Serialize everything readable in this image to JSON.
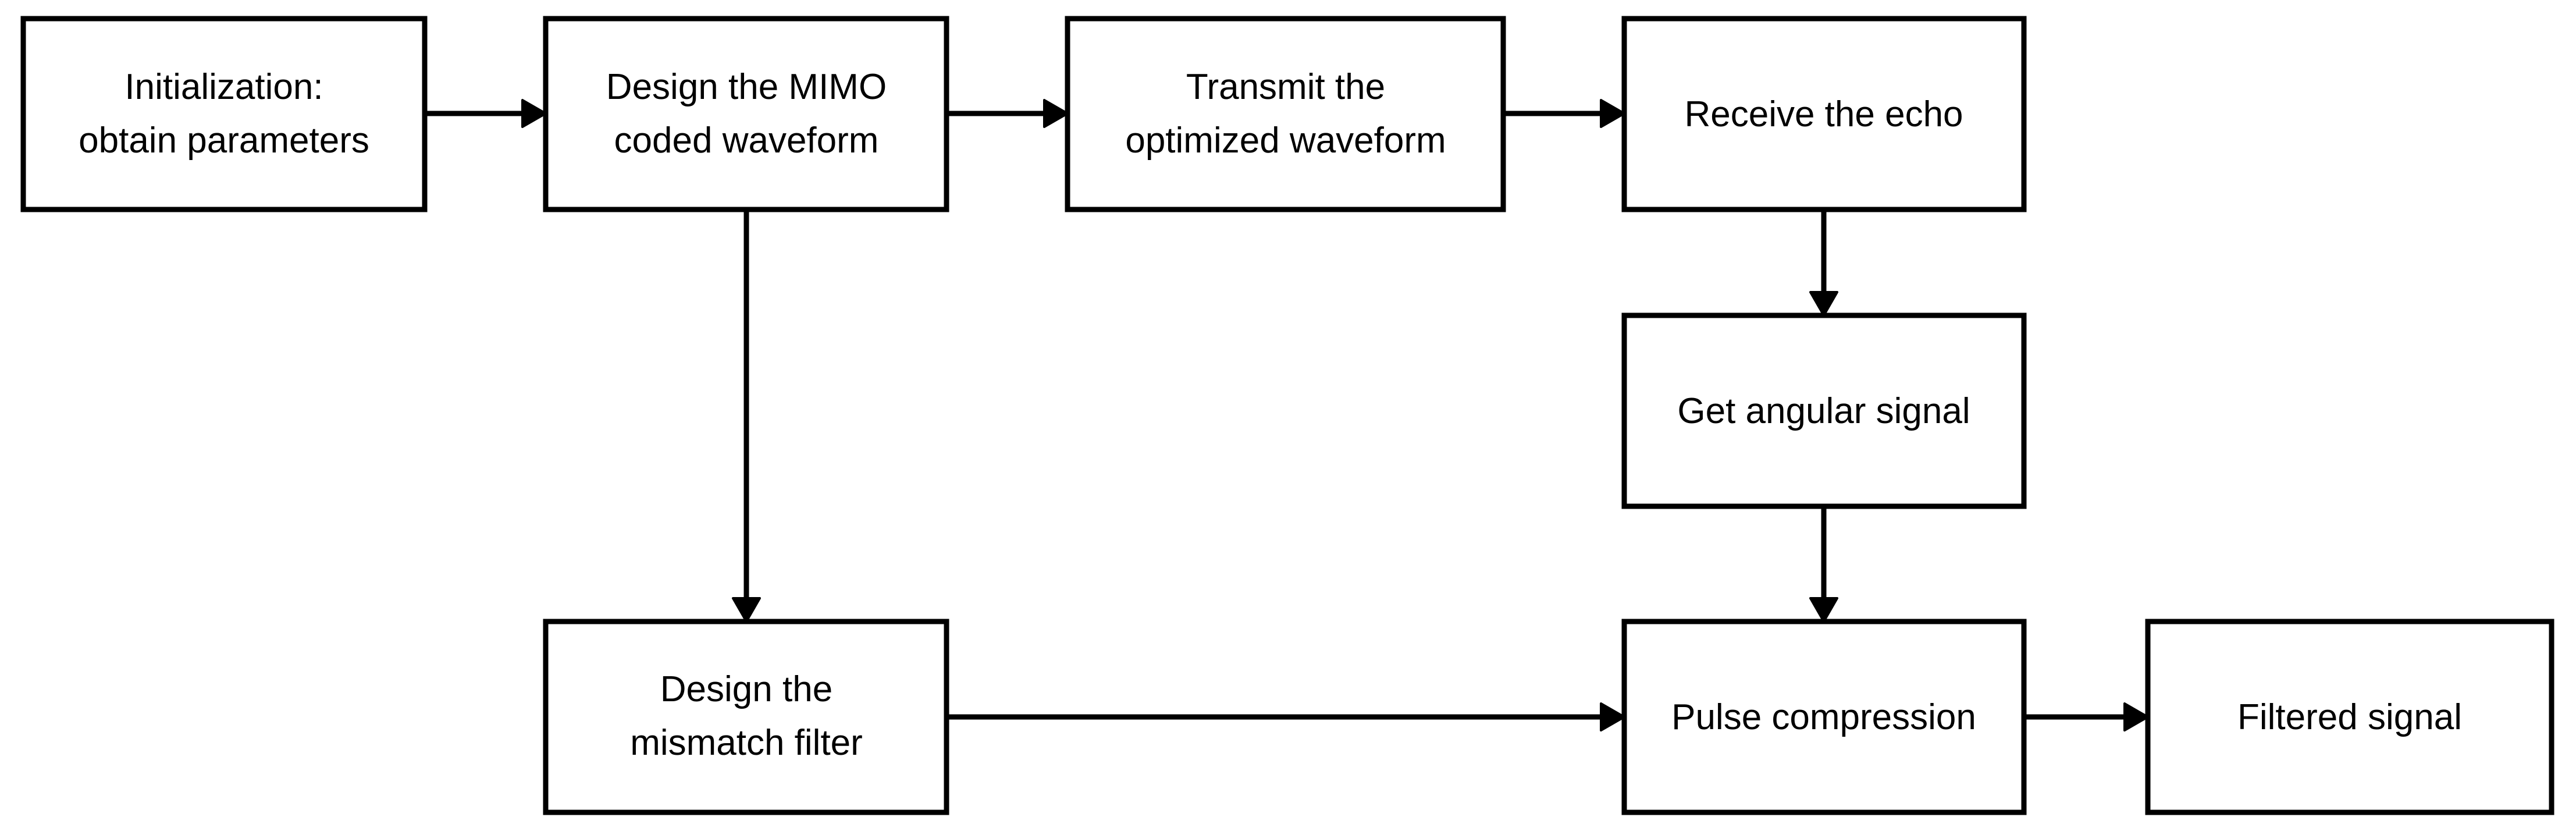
{
  "diagram": {
    "nodes": {
      "init": {
        "lines": [
          "Initialization:",
          "obtain parameters"
        ]
      },
      "design_mimo": {
        "lines": [
          "Design the MIMO",
          "coded waveform"
        ]
      },
      "transmit": {
        "lines": [
          "Transmit the",
          "optimized waveform"
        ]
      },
      "receive": {
        "lines": [
          "Receive the echo"
        ]
      },
      "angular": {
        "lines": [
          "Get angular signal"
        ]
      },
      "mismatch": {
        "lines": [
          "Design the",
          "mismatch filter"
        ]
      },
      "pulse": {
        "lines": [
          "Pulse compression"
        ]
      },
      "filtered": {
        "lines": [
          "Filtered signal"
        ]
      }
    },
    "edges": [
      {
        "from": "init",
        "to": "design_mimo"
      },
      {
        "from": "design_mimo",
        "to": "transmit"
      },
      {
        "from": "transmit",
        "to": "receive"
      },
      {
        "from": "receive",
        "to": "angular"
      },
      {
        "from": "angular",
        "to": "pulse"
      },
      {
        "from": "design_mimo",
        "to": "mismatch"
      },
      {
        "from": "mismatch",
        "to": "pulse"
      },
      {
        "from": "pulse",
        "to": "filtered"
      }
    ]
  }
}
